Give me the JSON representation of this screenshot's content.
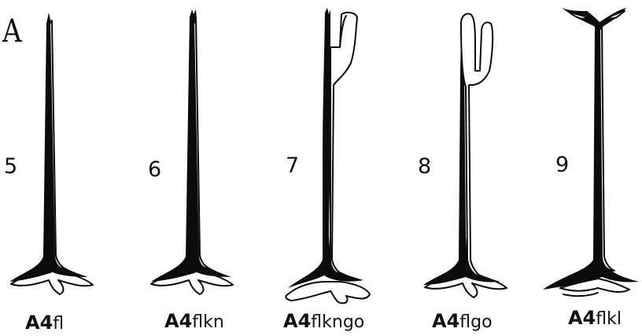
{
  "plate": {
    "letter": "A"
  },
  "figures": [
    {
      "number": "5",
      "label_prefix": "A4",
      "label_suffix": "fl"
    },
    {
      "number": "6",
      "label_prefix": "A4",
      "label_suffix": "flkn"
    },
    {
      "number": "7",
      "label_prefix": "A4",
      "label_suffix": "flkngo"
    },
    {
      "number": "8",
      "label_prefix": "A4",
      "label_suffix": "flgo"
    },
    {
      "number": "9",
      "label_prefix": "A4",
      "label_suffix": "flkl"
    }
  ]
}
